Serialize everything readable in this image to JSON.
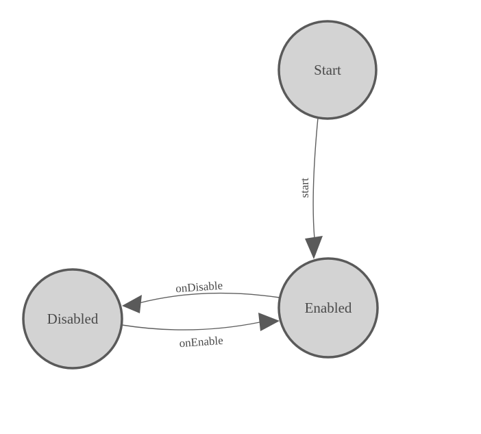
{
  "diagram": {
    "type": "state-machine",
    "nodes": [
      {
        "id": "start",
        "label": "Start"
      },
      {
        "id": "enabled",
        "label": "Enabled"
      },
      {
        "id": "disabled",
        "label": "Disabled"
      }
    ],
    "edges": [
      {
        "from": "Start",
        "to": "Enabled",
        "label": "start"
      },
      {
        "from": "Enabled",
        "to": "Disabled",
        "label": "onDisable"
      },
      {
        "from": "Disabled",
        "to": "Enabled",
        "label": "onEnable"
      }
    ]
  },
  "colors": {
    "background": "#ffffff",
    "node_fill": "#d3d3d3",
    "node_stroke": "#5a5a5a",
    "edge_stroke": "#5e5e5e",
    "arrow_fill": "#5a5a5a",
    "label_color": "#4a4a4a"
  }
}
